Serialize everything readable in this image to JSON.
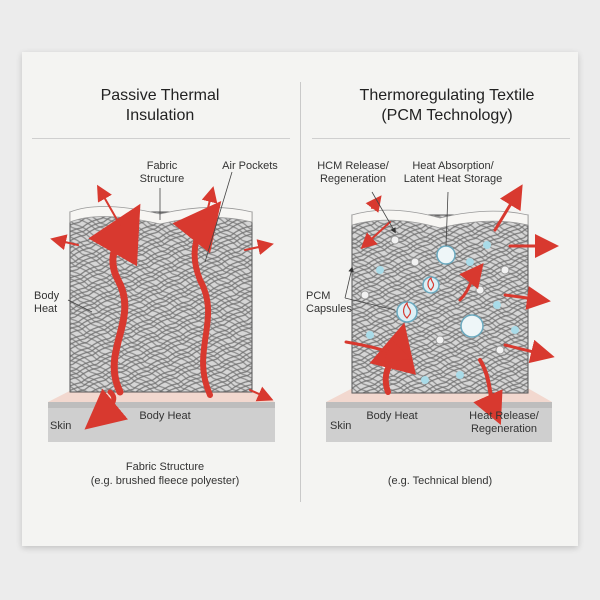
{
  "left_panel": {
    "title": "Passive Thermal\nInsulation",
    "label_fabric_structure": "Fabric\nStructure",
    "label_air_pockets": "Air Pockets",
    "label_body_heat_side": "Body\nHeat",
    "label_body_heat_bottom": "Body Heat",
    "label_skin": "Skin",
    "caption": "Fabric Structure\n(e.g. brushed fleece polyester)"
  },
  "right_panel": {
    "title": "Thermoregulating Textile\n(PCM Technology)",
    "label_hcm_release": "HCM Release/\nRegeneration",
    "label_heat_absorption": "Heat Absorption/\nLatent Heat Storage",
    "label_pcm_capsules": "PCM\nCapsules",
    "label_body_heat": "Body Heat",
    "label_skin": "Skin",
    "label_heat_release": "Heat Release/\nRegeneration",
    "caption": "(e.g. Technical blend)"
  },
  "colors": {
    "heat_arrow": "#d8392f",
    "skin": "#f2d8cf",
    "skin_base": "#c9c9c9",
    "fiber": "#8b8b8b",
    "capsule": "#a9dbe8"
  },
  "icons": [
    "heat-arrow-icon",
    "pcm-capsule-icon",
    "flame-icon"
  ]
}
